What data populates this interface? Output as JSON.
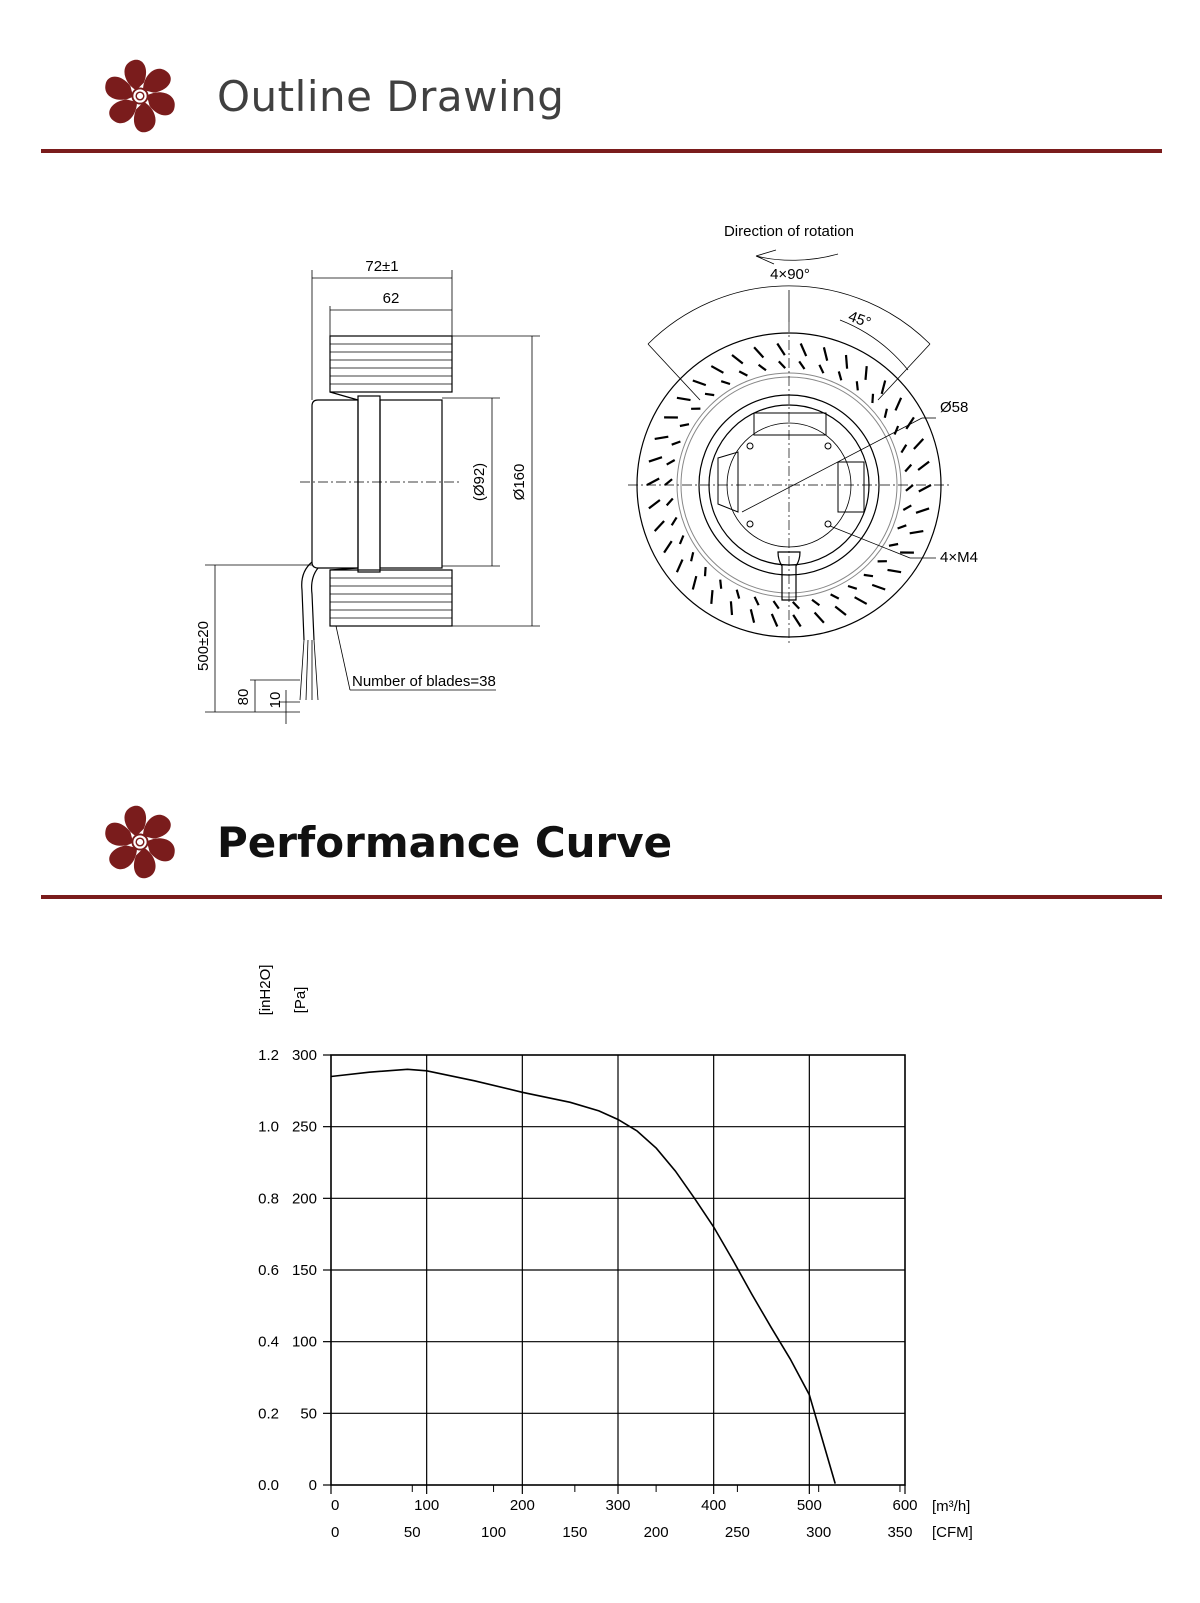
{
  "sections": {
    "outline": {
      "title": "Outline Drawing",
      "logo_icon": "fan-logo-icon"
    },
    "performance": {
      "title": "Performance Curve",
      "logo_icon": "fan-logo-icon"
    }
  },
  "colors": {
    "accent": "#7a1c1c",
    "line": "#000000"
  },
  "drawing": {
    "labels": {
      "width_total": "72±1",
      "width_inner": "62",
      "dia_92": "(Ø92)",
      "dia_160": "Ø160",
      "cable_len": "500±20",
      "strip_80": "80",
      "strip_10": "10",
      "blades": "Number of blades=38",
      "rotation": "Direction of rotation",
      "angle_4x90": "4×90°",
      "angle_45": "45°",
      "dia_58": "Ø58",
      "screws": "4×M4"
    }
  },
  "chart_data": {
    "type": "line",
    "title": "",
    "y_label_left": "[inH2O]",
    "y_label_right": "[Pa]",
    "x_label_top": "[m³/h]",
    "x_label_bottom": "[CFM]",
    "ylim": [
      0,
      300
    ],
    "xlim": [
      0,
      600
    ],
    "y_ticks_pa": [
      "0",
      "50",
      "100",
      "150",
      "200",
      "250",
      "300"
    ],
    "y_ticks_inh2o": [
      "0.0",
      "0.2",
      "0.4",
      "0.6",
      "0.8",
      "1.0",
      "1.2"
    ],
    "x_ticks_m3h": [
      "0",
      "100",
      "200",
      "300",
      "400",
      "500",
      "600"
    ],
    "x_ticks_cfm": [
      "0",
      "50",
      "100",
      "150",
      "200",
      "250",
      "300",
      "350"
    ],
    "grid": true,
    "series": [
      {
        "x": [
          0,
          40,
          80,
          100,
          150,
          200,
          250,
          280,
          300,
          320,
          340,
          360,
          380,
          400,
          420,
          440,
          460,
          480,
          500,
          527
        ],
        "y": [
          285,
          288,
          290,
          289,
          282,
          274,
          267,
          261,
          255,
          247,
          235,
          219,
          200,
          180,
          157,
          133,
          110,
          88,
          63,
          1
        ]
      }
    ]
  }
}
